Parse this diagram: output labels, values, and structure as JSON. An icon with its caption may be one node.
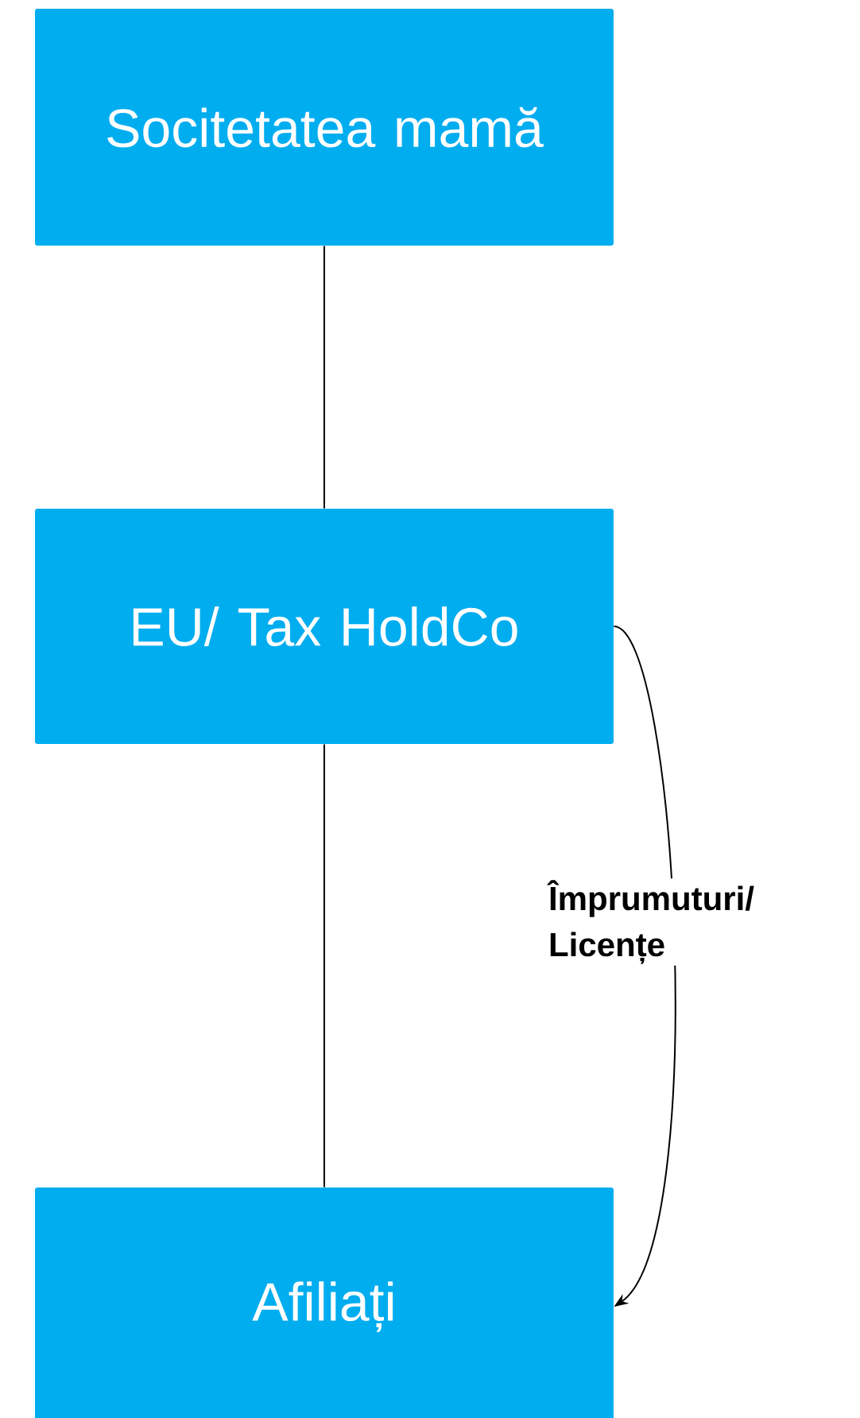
{
  "diagram": {
    "nodes": [
      {
        "text": [
          "Socitetatea mamă"
        ]
      },
      {
        "text": [
          "EU/ Tax HoldCo"
        ]
      },
      {
        "text": [
          "Afiliați"
        ]
      }
    ],
    "edges": [
      {
        "from": 0,
        "to": 1,
        "arrow": "none"
      },
      {
        "from": 1,
        "to": 2,
        "arrow": "none"
      },
      {
        "from": 1,
        "to": 2,
        "arrow": "to",
        "label": "Împrumuturi/ Licențe"
      }
    ]
  }
}
